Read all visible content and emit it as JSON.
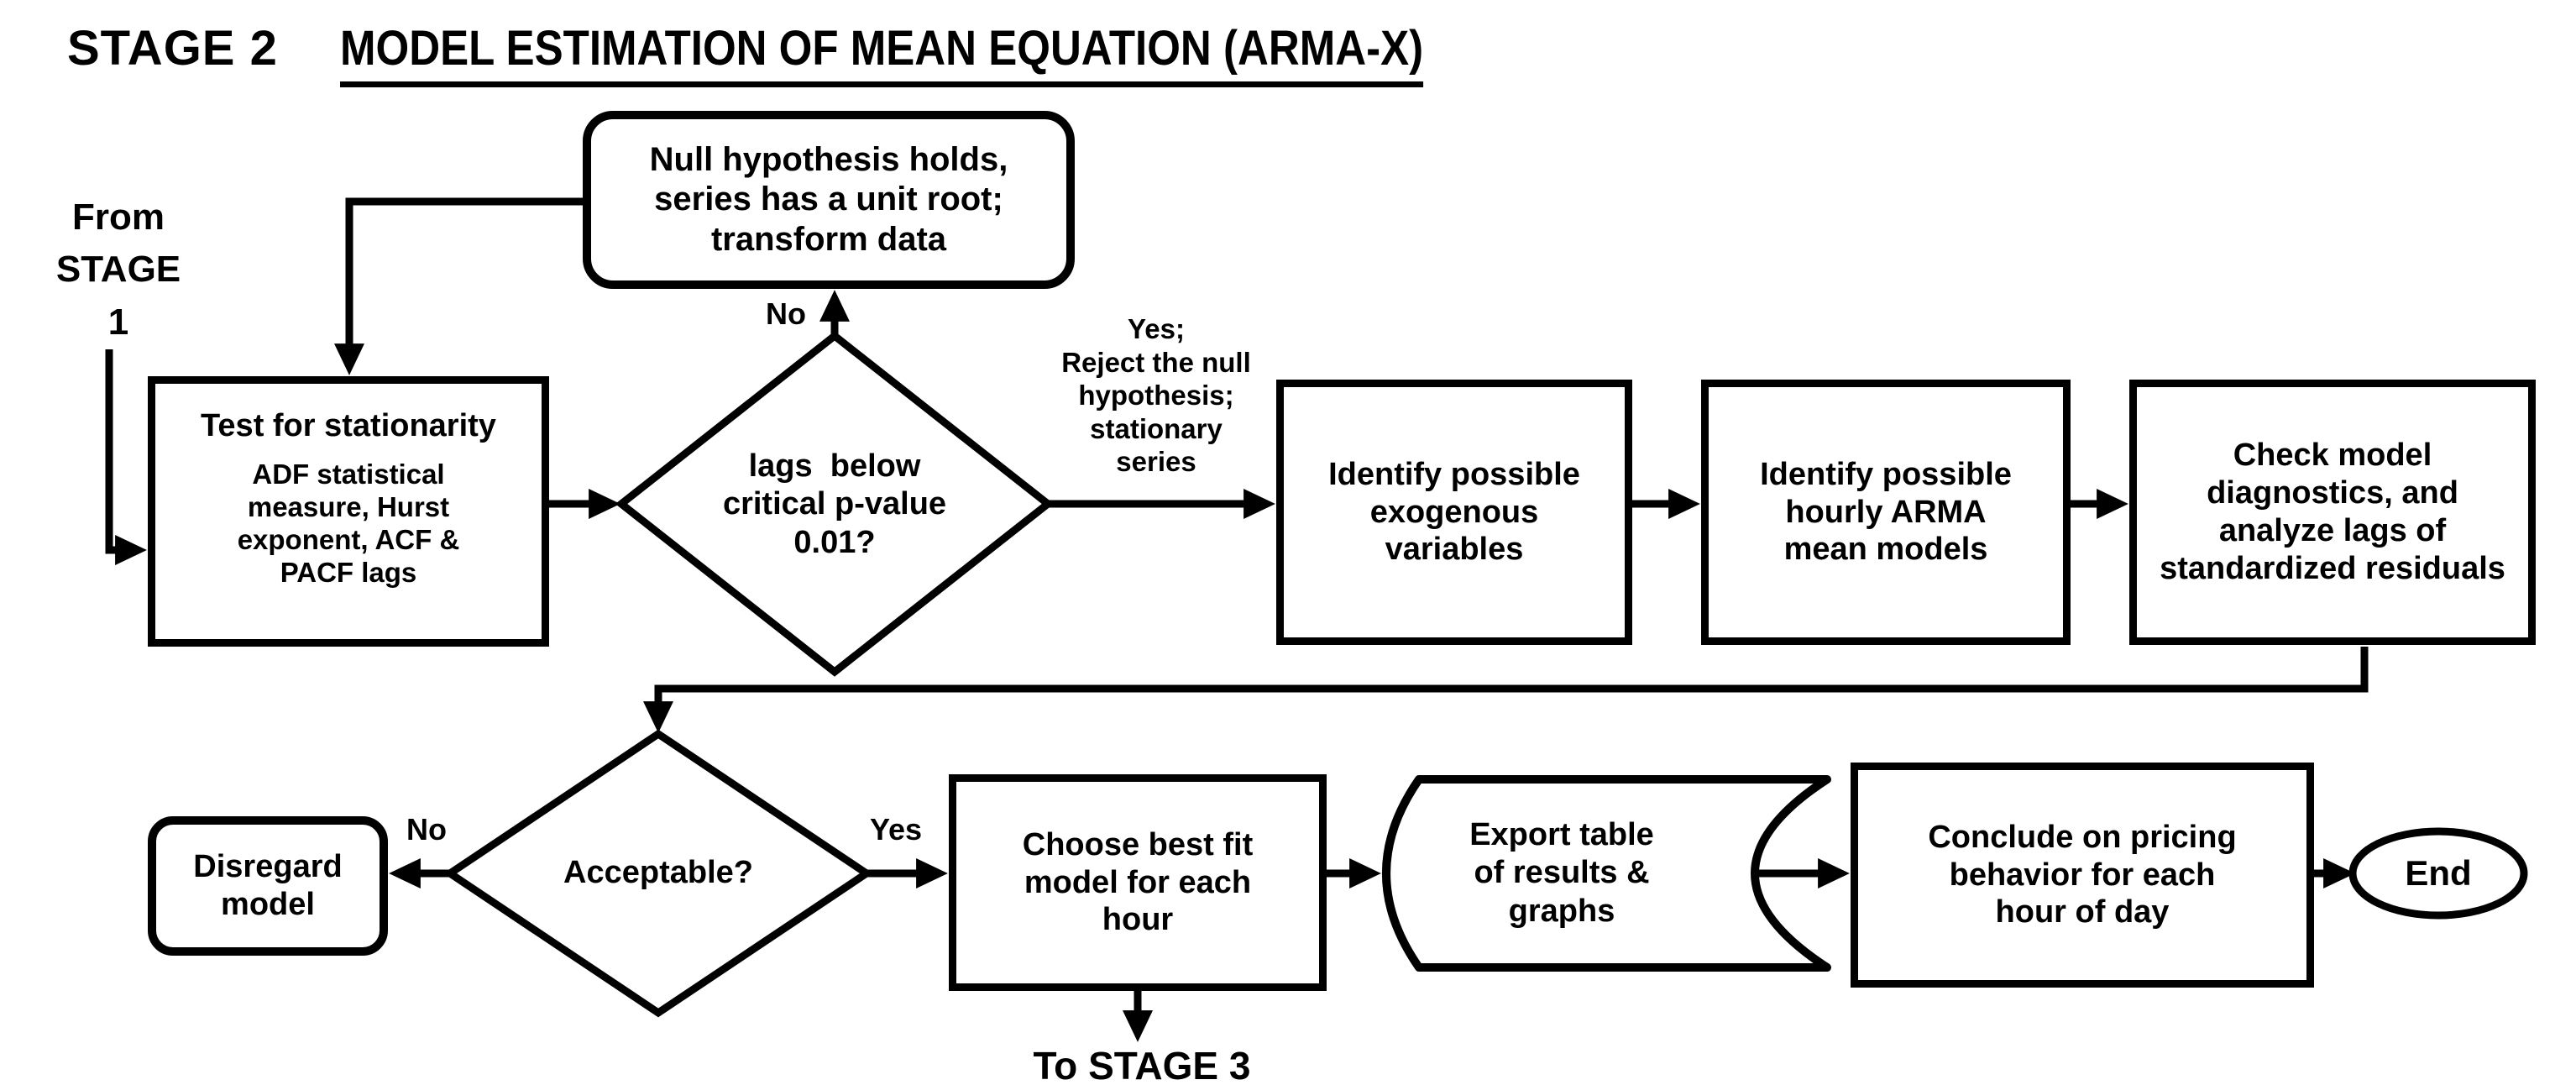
{
  "title": {
    "stage": "STAGE 2",
    "heading": "MODEL ESTIMATION OF MEAN EQUATION (ARMA-X)"
  },
  "colors": {
    "ink": "#000000",
    "background": "#ffffff"
  },
  "nodes": {
    "from_stage": {
      "lines": [
        "From",
        "STAGE",
        "1"
      ]
    },
    "null_hypothesis": {
      "lines": [
        "Null hypothesis holds,",
        "series has a unit root;",
        "transform data"
      ]
    },
    "test_stationarity": {
      "title": "Test for stationarity",
      "body_lines": [
        "ADF statistical",
        "measure, Hurst",
        "exponent, ACF &",
        "PACF lags"
      ]
    },
    "p_value_decision": {
      "lines": [
        "lags  below",
        "critical p-value",
        "0.01?"
      ]
    },
    "exogenous": {
      "lines": [
        "Identify possible",
        "exogenous",
        "variables"
      ]
    },
    "arma_models": {
      "lines": [
        "Identify possible",
        "hourly ARMA",
        "mean models"
      ]
    },
    "diagnostics": {
      "lines": [
        "Check model",
        "diagnostics, and",
        "analyze lags of",
        "standardized residuals"
      ]
    },
    "acceptable_decision": {
      "label": "Acceptable?"
    },
    "disregard": {
      "lines": [
        "Disregard",
        "model"
      ]
    },
    "choose_best_fit": {
      "lines": [
        "Choose best fit",
        "model for each",
        "hour"
      ]
    },
    "export_results": {
      "lines": [
        "Export table",
        "of results &",
        "graphs"
      ]
    },
    "conclude": {
      "lines": [
        "Conclude on pricing",
        "behavior for each",
        "hour of day"
      ]
    },
    "end": {
      "label": "End"
    },
    "to_stage_3": {
      "label": "To STAGE 3"
    }
  },
  "edge_labels": {
    "no_unit_root": "No",
    "yes_stationary_lines": [
      "Yes;",
      "Reject the null",
      "hypothesis;",
      "stationary",
      "series"
    ],
    "no_acceptable": "No",
    "yes_acceptable": "Yes"
  }
}
